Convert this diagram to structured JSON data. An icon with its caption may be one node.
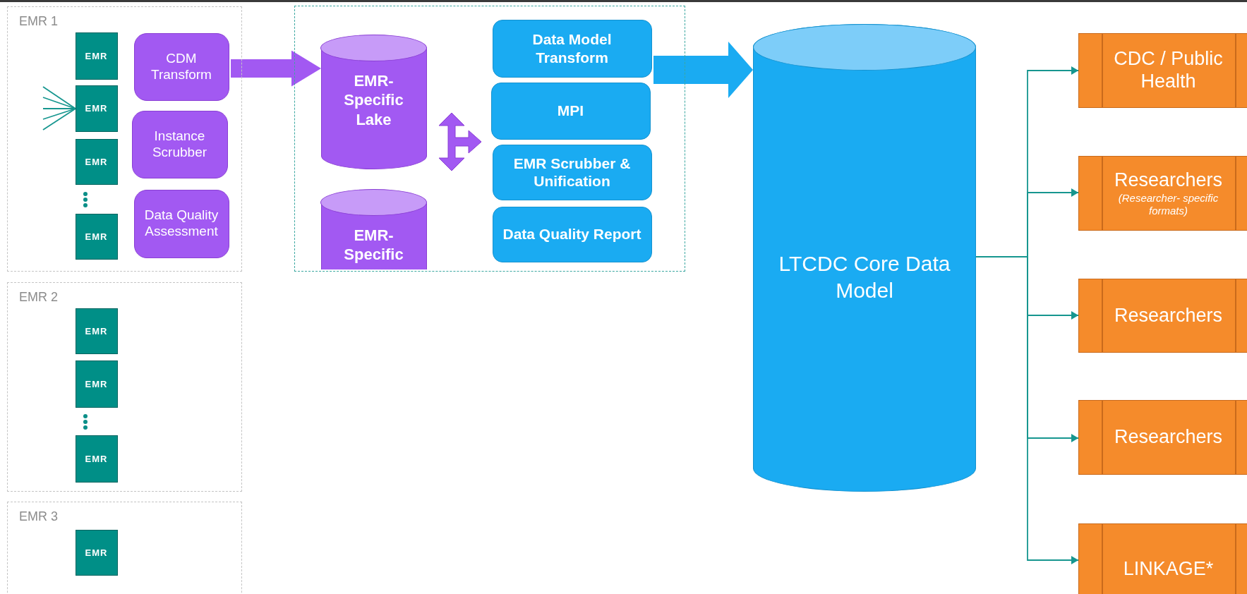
{
  "diagram": {
    "nodes": [
      {
        "text": [
          "EMR 1"
        ]
      },
      {
        "text": [
          "EMR"
        ],
        "in": 0
      },
      {
        "text": [
          "EMR"
        ],
        "in": 0
      },
      {
        "text": [
          "EMR"
        ],
        "in": 0
      },
      {
        "text": [
          "EMR"
        ],
        "in": 0
      },
      {
        "text": [
          "CDM Transform"
        ],
        "in": 0
      },
      {
        "text": [
          "Instance Scrubber"
        ],
        "in": 0
      },
      {
        "text": [
          "Data Quality Assessment"
        ],
        "in": 0
      },
      {
        "text": [
          "EMR 2"
        ]
      },
      {
        "text": [
          "EMR"
        ],
        "in": 8
      },
      {
        "text": [
          "EMR"
        ],
        "in": 8
      },
      {
        "text": [
          "EMR"
        ],
        "in": 8
      },
      {
        "text": [
          "EMR 3"
        ]
      },
      {
        "text": [
          "EMR"
        ],
        "in": 12
      },
      {
        "text": [],
        "shape": "box"
      },
      {
        "text": [
          "EMR- Specific Lake"
        ],
        "in": 14
      },
      {
        "text": [
          "EMR- Specific"
        ],
        "in": 14
      },
      {
        "text": [
          "Data Model Transform"
        ],
        "in": 14
      },
      {
        "text": [
          "MPI"
        ],
        "in": 14
      },
      {
        "text": [
          "EMR Scrubber & Unification"
        ],
        "in": 14
      },
      {
        "text": [
          "Data Quality Report"
        ],
        "in": 14
      },
      {
        "text": [
          "LTCDC Core Data Model"
        ]
      },
      {
        "text": [
          "CDC / Public Health"
        ]
      },
      {
        "text": [
          "Researchers",
          "(Researcher- specific formats)"
        ]
      },
      {
        "text": [
          "Researchers"
        ]
      },
      {
        "text": [
          "Researchers"
        ]
      },
      {
        "text": [
          "LINKAGE*"
        ]
      }
    ],
    "edges": [
      {
        "from": 5,
        "to": 15,
        "arrow": "to",
        "style": "thick",
        "color": "#a259f2"
      },
      {
        "from": 17,
        "to": 21,
        "arrow": "to",
        "style": "thick",
        "color": "#1aabf2"
      },
      {
        "from": 21,
        "to": 22,
        "arrow": "to"
      },
      {
        "from": 21,
        "to": 23,
        "arrow": "to"
      },
      {
        "from": 21,
        "to": 24,
        "arrow": "to"
      },
      {
        "from": 21,
        "to": 25,
        "arrow": "to"
      },
      {
        "from": 21,
        "to": 26,
        "arrow": "to"
      },
      {
        "from": null,
        "to": 2,
        "arrow": "none"
      },
      {
        "from": null,
        "to": 2,
        "arrow": "none"
      },
      {
        "from": null,
        "to": 2,
        "arrow": "none"
      },
      {
        "from": null,
        "to": 2,
        "arrow": "none"
      },
      {
        "from": null,
        "to": 2,
        "arrow": "none"
      }
    ]
  }
}
